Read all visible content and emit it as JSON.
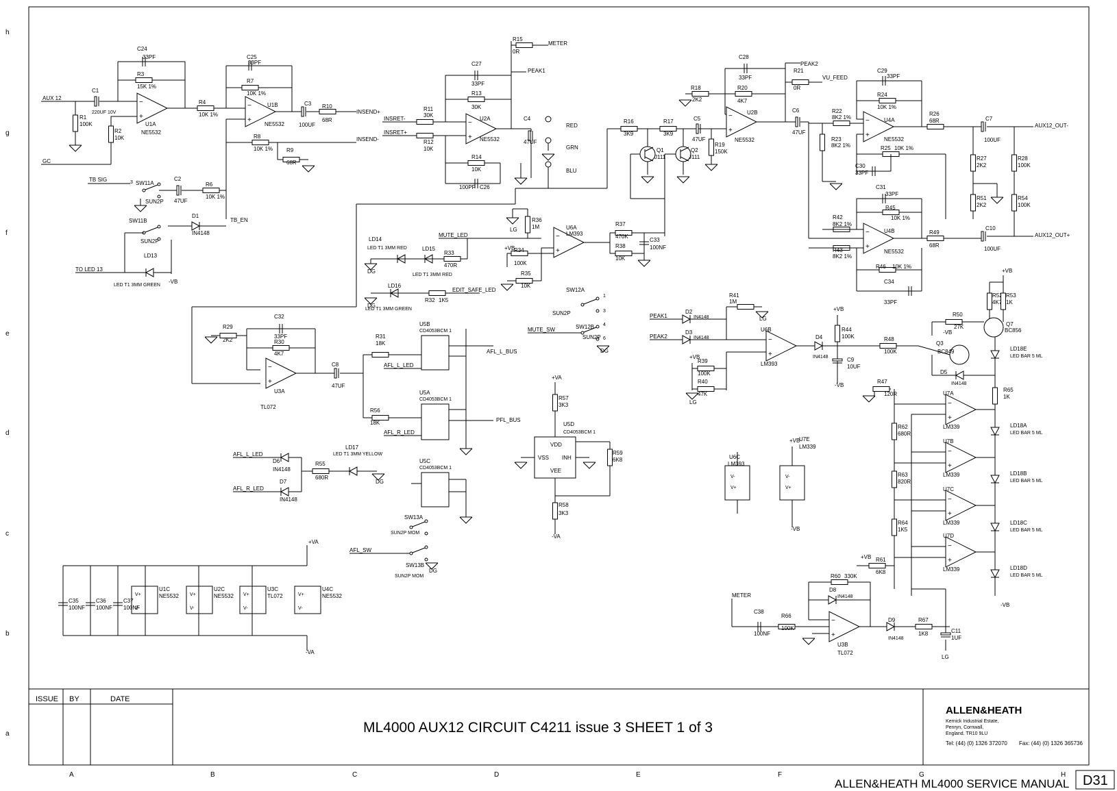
{
  "title_block": {
    "title": "ML4000 AUX12 CIRCUIT   C4211 issue 3   SHEET 1 of 3",
    "col_issue": "ISSUE",
    "col_by": "BY",
    "col_date": "DATE",
    "brand": "ALLEN&HEATH",
    "address": [
      "Kernick Industrial Estate,",
      "Penryn, Cornwall,",
      "England. TR10 9LU"
    ],
    "tel": "Tel:  (44) (0) 1326 372070",
    "fax": "Fax: (44) (0) 1326 365736"
  },
  "footer": {
    "manual": "ALLEN&HEATH ML4000 SERVICE MANUAL",
    "page": "D31"
  },
  "grid": {
    "rows": [
      "h",
      "g",
      "f",
      "e",
      "d",
      "c",
      "b",
      "a"
    ],
    "cols": [
      "A",
      "B",
      "C",
      "D",
      "E",
      "F",
      "G",
      "H"
    ]
  },
  "nets": {
    "aux12": "AUX 12",
    "gc": "GC",
    "tb_sig": "TB SIG",
    "tb_en": "TB_EN",
    "to_led13": "TO LED 13",
    "insend_p": "INSEND+",
    "insend_n": "INSEND-",
    "insret_n": "INSRET-",
    "insret_p": "INSRET+",
    "meter_top": "METER",
    "peak1": "PEAK1",
    "peak2": "PEAK2",
    "vu_feed": "VU_FEED",
    "aux12_out_n": "AUX12_OUT-",
    "aux12_out_p": "AUX12_OUT+",
    "mute_led": "MUTE_LED",
    "edit_safe_led": "EDIT_SAFE_LED",
    "mute_sw": "MUTE_SW",
    "afl_l_bus": "AFL_L_BUS",
    "pfl_bus": "PFL_BUS",
    "afl_l_led": "AFL_L_LED",
    "afl_r_led": "AFL_R_LED",
    "afl_sw": "AFL_SW",
    "meter_bot": "METER",
    "red": "RED",
    "grn": "GRN",
    "blu": "BLU",
    "peak1_in": "PEAK1",
    "peak2_in": "PEAK2",
    "vb": "-VB",
    "pvb": "+VB",
    "pva": "+VA",
    "nva": "-VA",
    "dg": "DG",
    "lg": "LG"
  },
  "components": {
    "c1": "C1",
    "c1v": "220UF 10V",
    "r1": "R1",
    "r1v": "100K",
    "r2": "R2",
    "r2v": "10K",
    "c24": "C24",
    "c24v": "33PF",
    "r3": "R3",
    "r3v": "15K 1%",
    "u1a": "U1A",
    "ne5532": "NE5532",
    "r4": "R4",
    "r4v": "10K 1%",
    "c25": "C25",
    "c25v": "33PF",
    "r7": "R7",
    "r7v": "10K 1%",
    "u1b": "U1B",
    "c3": "C3",
    "c3v": "100UF",
    "r10": "R10",
    "r10v": "68R",
    "r8": "R8",
    "r8v": "10K 1%",
    "r9": "R9",
    "r9v": "68R",
    "sw11a": "SW11A",
    "sun2p": "SUN2P",
    "c2": "C2",
    "c2v": "47UF",
    "r6": "R6",
    "r6v": "10K 1%",
    "sw11b": "SW11B",
    "d1": "D1",
    "in4148": "IN4148",
    "ld13": "LD13",
    "ld13v": "LED T1 3MM GREEN",
    "r11": "R11",
    "r11v": "30K",
    "c27": "C27",
    "c27v": "33PF",
    "r13": "R13",
    "r13v": "30K",
    "u2a": "U2A",
    "r12": "R12",
    "r12v": "10K",
    "r14": "R14",
    "r14v": "10K",
    "c26": "C26",
    "c26v": "100PF",
    "r15": "R15",
    "r15v": "0R",
    "c4": "C4",
    "c4v": "47UF",
    "r16": "R16",
    "r16v": "3K9",
    "r17": "R17",
    "r17v": "3K9",
    "q1": "Q1",
    "q2": "Q2",
    "j111": "J111",
    "c5": "C5",
    "c5v": "47UF",
    "r19": "R19",
    "r19v": "150K",
    "r18": "R18",
    "r18v": "2K2",
    "c28": "C28",
    "c28v": "33PF",
    "r20": "R20",
    "r20v": "4K7",
    "u2b": "U2B",
    "r21": "R21",
    "r21v": "0R",
    "c6": "C6",
    "c6v": "47UF",
    "r22": "R22",
    "r22v": "8K2 1%",
    "r23": "R23",
    "r23v": "8K2 1%",
    "c29": "C29",
    "c29v": "33PF",
    "r24": "R24",
    "r24v": "10K 1%",
    "u4a": "U4A",
    "r25": "R25",
    "r25v": "10K 1%",
    "c30": "C30",
    "c30v": "33PF",
    "r26": "R26",
    "r26v": "68R",
    "c7": "C7",
    "c7v": "100UF",
    "r27": "R27",
    "r27v": "2K2",
    "r28": "R28",
    "r28v": "100K",
    "r51": "R51",
    "r51v": "2K2",
    "r54": "R54",
    "r54v": "100K",
    "c31": "C31",
    "c31v": "33PF",
    "r45": "R45",
    "r45v": "10K 1%",
    "r42": "R42",
    "r42v": "8K2 1%",
    "u4b": "U4B",
    "r43": "R43",
    "r43v": "8K2 1%",
    "r49": "R49",
    "r49v": "68R",
    "c10": "C10",
    "c10v": "100UF",
    "r46": "R46",
    "r46v": "10K 1%",
    "c34": "C34",
    "c34v": "33PF",
    "ld14": "LD14",
    "ld14v": "LED T1 3MM RED",
    "ld15": "LD15",
    "ld15v": "LED T1 3MM RED",
    "r33": "R33",
    "r33v": "470R",
    "ld16": "LD16",
    "ld16v": "LED T1 3MM GREEN",
    "r32": "R32",
    "r32v": "1K5",
    "r36": "R36",
    "r36v": "1M",
    "r34": "R34",
    "r34v": "100K",
    "r35": "R35",
    "r35v": "10K",
    "u6a": "U6A",
    "lm393": "LM393",
    "r37": "R37",
    "r37v": "470K",
    "r38": "R38",
    "r38v": "10K",
    "c33": "C33",
    "c33v": "100NF",
    "sw12a": "SW12A",
    "sw12b": "SW12B",
    "r29": "R29",
    "r29v": "2K2",
    "c32": "C32",
    "c32v": "33PF",
    "r30": "R30",
    "r30v": "4K7",
    "u3a": "U3A",
    "tl072": "TL072",
    "c8": "C8",
    "c8v": "47UF",
    "r31": "R31",
    "r31v": "18K",
    "u5b": "U5B",
    "cd4053": "CD4053BCM 1",
    "r56": "R56",
    "r56v": "18K",
    "u5a": "U5A",
    "u5c": "U5C",
    "d6": "D6",
    "d7": "D7",
    "r55": "R55",
    "r55v": "680R",
    "ld17": "LD17",
    "ld17v": "LED T1 3MM YELLOW",
    "sw13a": "SW13A",
    "sw13b": "SW13B",
    "sun2pmom": "SUN2P MOM",
    "r57": "R57",
    "r57v": "3K3",
    "u5d": "U5D",
    "r58": "R58",
    "r58v": "3K3",
    "r59": "R59",
    "r59v": "6K8",
    "vdd": "VDD",
    "vss": "VSS",
    "vee": "VEE",
    "inh": "INH",
    "c35": "C35",
    "c35v": "100NF",
    "c36": "C36",
    "c36v": "100NF",
    "c37": "C37",
    "c37v": "100NF",
    "u1c": "U1C",
    "u2c": "U2C",
    "u3c": "U3C",
    "u4c": "U4C",
    "d2": "D2",
    "d3": "D3",
    "r41": "R41",
    "r41v": "1M",
    "r39": "R39",
    "r39v": "100K",
    "r40": "R40",
    "r40v": "47K",
    "u6b": "U6B",
    "d4": "D4",
    "r44": "R44",
    "r44v": "100K",
    "c9": "C9",
    "c9v": "10UF",
    "r48": "R48",
    "r48v": "100K",
    "u6c": "U6C",
    "u7e": "U7E",
    "lm339": "LM339",
    "r52": "R52",
    "r52v": "4K7",
    "r53": "R53",
    "r53v": "1K",
    "r50": "R50",
    "r50v": "27K",
    "q7": "Q7",
    "bc856": "BC856",
    "q3": "Q3",
    "bc849": "BC849",
    "d5": "D5",
    "r47": "R47",
    "r47v": "120R",
    "r62": "R62",
    "r62v": "680R",
    "r63": "R63",
    "r63v": "820R",
    "r64": "R64",
    "r64v": "1K5",
    "r61": "R61",
    "r61v": "6K8",
    "r65": "R65",
    "r65v": "1K",
    "u7a": "U7A",
    "u7b": "U7B",
    "u7c": "U7C",
    "u7d": "U7D",
    "ld18e": "LD18E",
    "ld18a": "LD18A",
    "ld18b": "LD18B",
    "ld18c": "LD18C",
    "ld18d": "LD18D",
    "ledbar": "LED BAR 5 ML",
    "r60": "R60",
    "r60v": "330K",
    "d8": "D8",
    "c38": "C38",
    "c38v": "100NF",
    "r66": "R66",
    "r66v": "100K",
    "u3b": "U3B",
    "d9": "D9",
    "r67": "R67",
    "r67v": "1K8",
    "c11": "C11",
    "c11v": "1UF"
  }
}
